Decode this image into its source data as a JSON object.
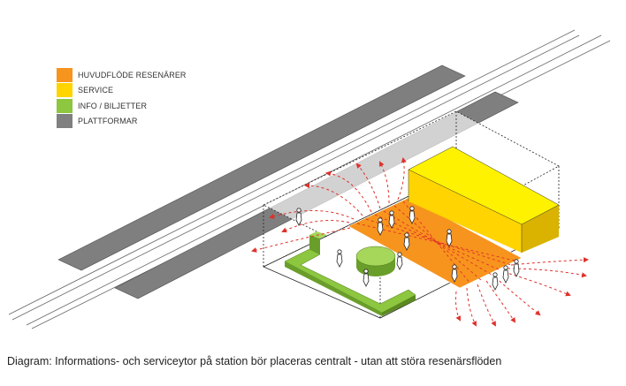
{
  "legend": [
    {
      "label": "HUVUDFLÖDE RESENÄRER",
      "color": "#f7941d"
    },
    {
      "label": "SERVICE",
      "color": "#ffd400"
    },
    {
      "label": "INFO / BILJETTER",
      "color": "#8dc63f"
    },
    {
      "label": "PLATTFORMAR",
      "color": "#808080"
    }
  ],
  "caption": "Diagram: Informations- och serviceytor på station bör placeras centralt - utan att störa resenärsflöden",
  "colors": {
    "flow": "#f7941d",
    "service": "#ffd400",
    "info": "#8dc63f",
    "platform": "#7f7f7f",
    "arrow": "#e0302a"
  }
}
